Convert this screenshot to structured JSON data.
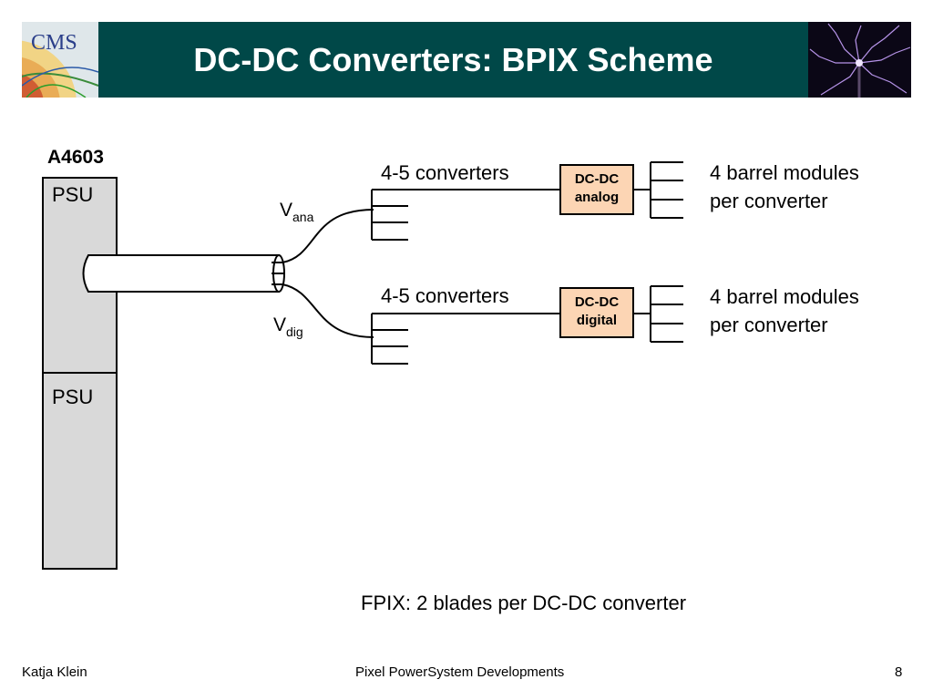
{
  "header": {
    "title": "DC-DC Converters: BPIX Scheme",
    "logo_left_text": "CMS",
    "logo_left_icon": "cms-logo-icon",
    "logo_right_icon": "plasma-lightning-image"
  },
  "diagram": {
    "crate_label": "A4603",
    "psu_top_label": "PSU",
    "psu_bottom_label": "PSU",
    "vana_main": "V",
    "vana_sub": "ana",
    "vdig_main": "V",
    "vdig_sub": "dig",
    "top_converters_label": "4-5 converters",
    "bottom_converters_label": "4-5 converters",
    "dcdc_analog_line1": "DC-DC",
    "dcdc_analog_line2": "analog",
    "dcdc_digital_line1": "DC-DC",
    "dcdc_digital_line2": "digital",
    "top_modules_line1": "4 barrel modules",
    "top_modules_line2": "per converter",
    "bottom_modules_line1": "4 barrel modules",
    "bottom_modules_line2": "per converter",
    "fpix_note": "FPIX: 2 blades per DC-DC converter"
  },
  "colors": {
    "header_bg": "#004848",
    "psu_fill": "#d9d9d9",
    "dcdc_fill": "#fcd5b4"
  },
  "footer": {
    "author": "Katja Klein",
    "center": "Pixel PowerSystem Developments",
    "page_number": "8"
  }
}
